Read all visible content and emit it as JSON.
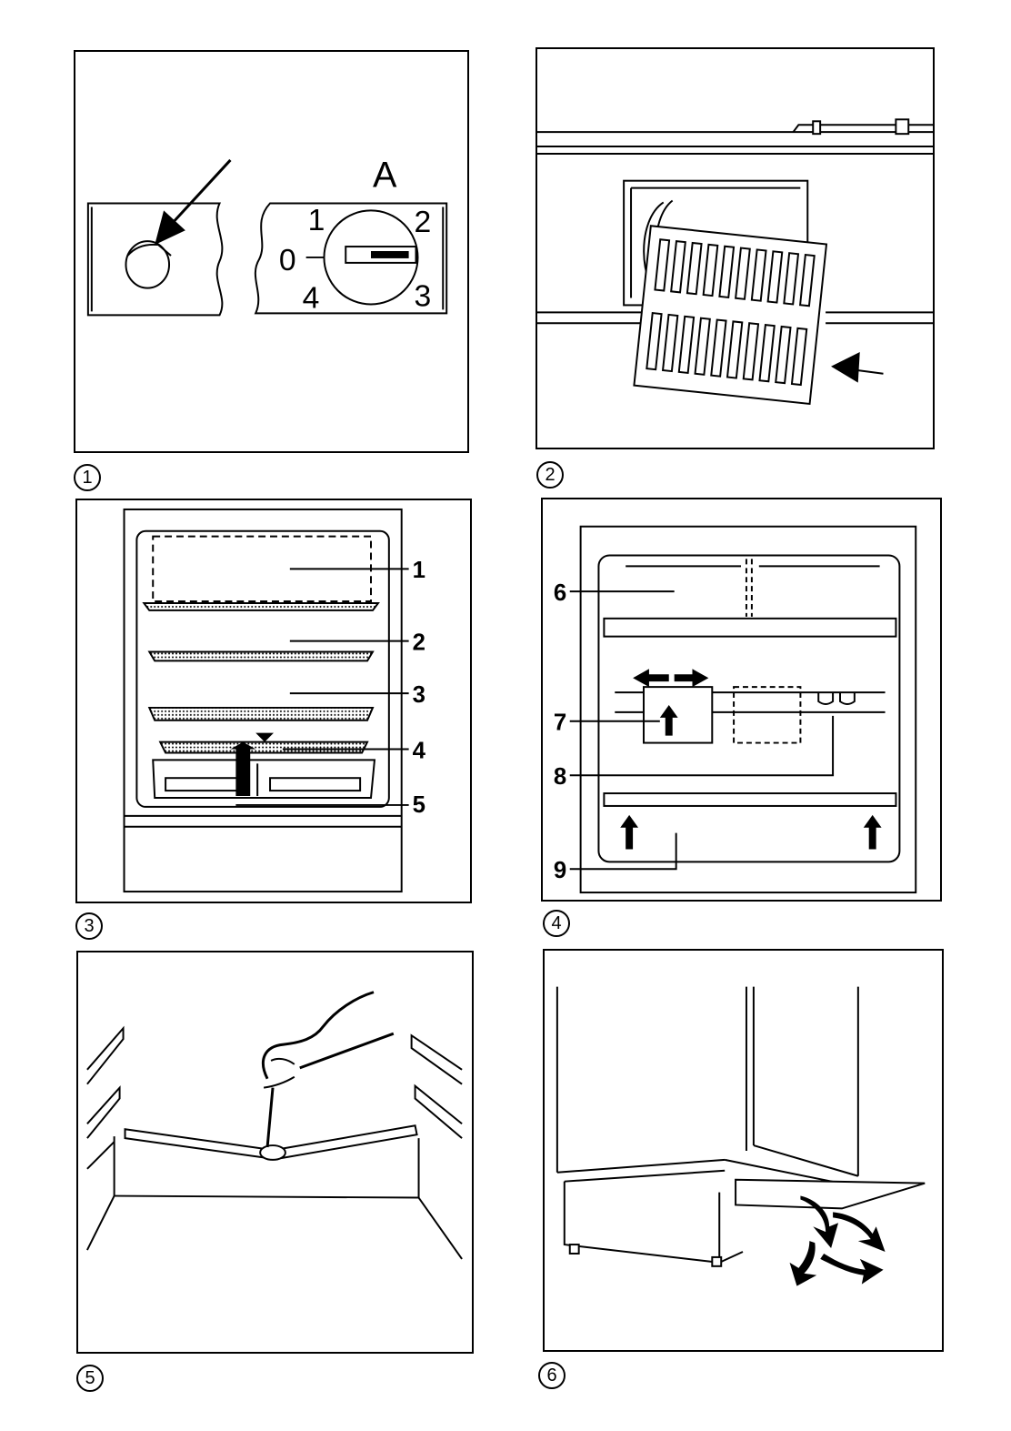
{
  "figures": [
    {
      "number": "1",
      "dial_letter": "A",
      "dial_marks": [
        "0",
        "1",
        "2",
        "3",
        "4"
      ]
    },
    {
      "number": "2"
    },
    {
      "number": "3",
      "callouts": [
        "1",
        "2",
        "3",
        "4",
        "5"
      ]
    },
    {
      "number": "4",
      "callouts": [
        "6",
        "7",
        "8",
        "9"
      ]
    },
    {
      "number": "5"
    },
    {
      "number": "6"
    }
  ]
}
